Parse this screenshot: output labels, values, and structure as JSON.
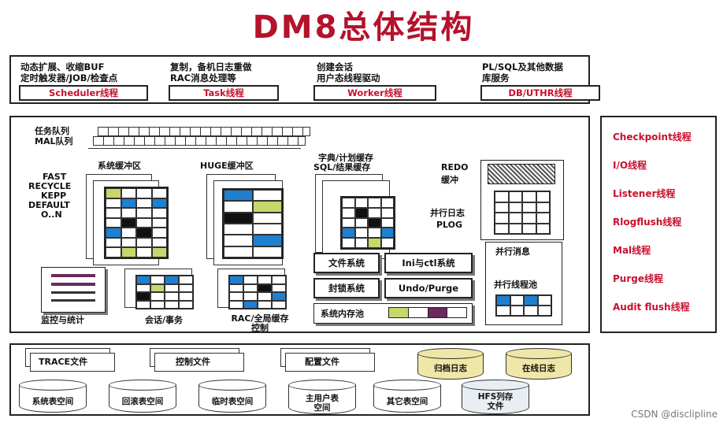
{
  "title": "DM8总体结构",
  "top_services": [
    {
      "desc1": "动态扩展、收缩BUF",
      "desc2": "定时触发器/JOB/检查点",
      "thread": "Scheduler线程"
    },
    {
      "desc1": "复制，备机日志重做",
      "desc2": "RAC消息处理等",
      "thread": "Task线程"
    },
    {
      "desc1": "创建会话",
      "desc2": "用户态线程驱动",
      "thread": "Worker线程"
    },
    {
      "desc1": "PL/SQL及其他数据",
      "desc2": "库服务",
      "thread": "DB/UTHR线程"
    }
  ],
  "memory": {
    "task_queue": "任务队列",
    "mal_queue": "MAL队列",
    "buffer_types": [
      "FAST",
      "RECYCLE",
      "KEPP",
      "DEFAULT",
      "O..N"
    ],
    "sys_buffer": "系统缓冲区",
    "huge_buffer": "HUGE缓冲区",
    "dict_cache": "字典/计划缓存",
    "sql_cache": "SQL/结果缓存",
    "redo_buffer_1": "REDO",
    "redo_buffer_2": "缓冲",
    "parallel_log_1": "并行日志",
    "parallel_log_2": "PLOG",
    "monitor": "监控与统计",
    "session": "会话/事务",
    "rac_cache_1": "RAC/全局缓存",
    "rac_cache_2": "控制",
    "file_system": "文件系统",
    "ini_ctl": "Ini与ctl系统",
    "lock_system": "封锁系统",
    "undo_purge": "Undo/Purge",
    "mem_pool": "系统内存池",
    "parallel_msg": "并行消息",
    "parallel_pool": "并行线程池"
  },
  "storage": {
    "trace_file": "TRACE文件",
    "control_file": "控制文件",
    "config_file": "配置文件",
    "archive_log": "归档日志",
    "online_log": "在线日志",
    "tablespaces": [
      "系统表空间",
      "回滚表空间",
      "临时表空间",
      "主用户表空间",
      "其它表空间",
      "HFS列存文件"
    ]
  },
  "right_threads": [
    "Checkpoint线程",
    "I/O线程",
    "Listener线程",
    "Rlogflush线程",
    "Mal线程",
    "Purge线程",
    "Audit flush线程"
  ],
  "watermark": "CSDN @disclipline",
  "colors": {
    "title": "#b5122b",
    "thread_text": "#c8102e",
    "blue": "#1f7fd0",
    "green": "#c8d66a",
    "black": "#111111",
    "purple": "#6b2a5c",
    "archive": "#efe7a8"
  }
}
